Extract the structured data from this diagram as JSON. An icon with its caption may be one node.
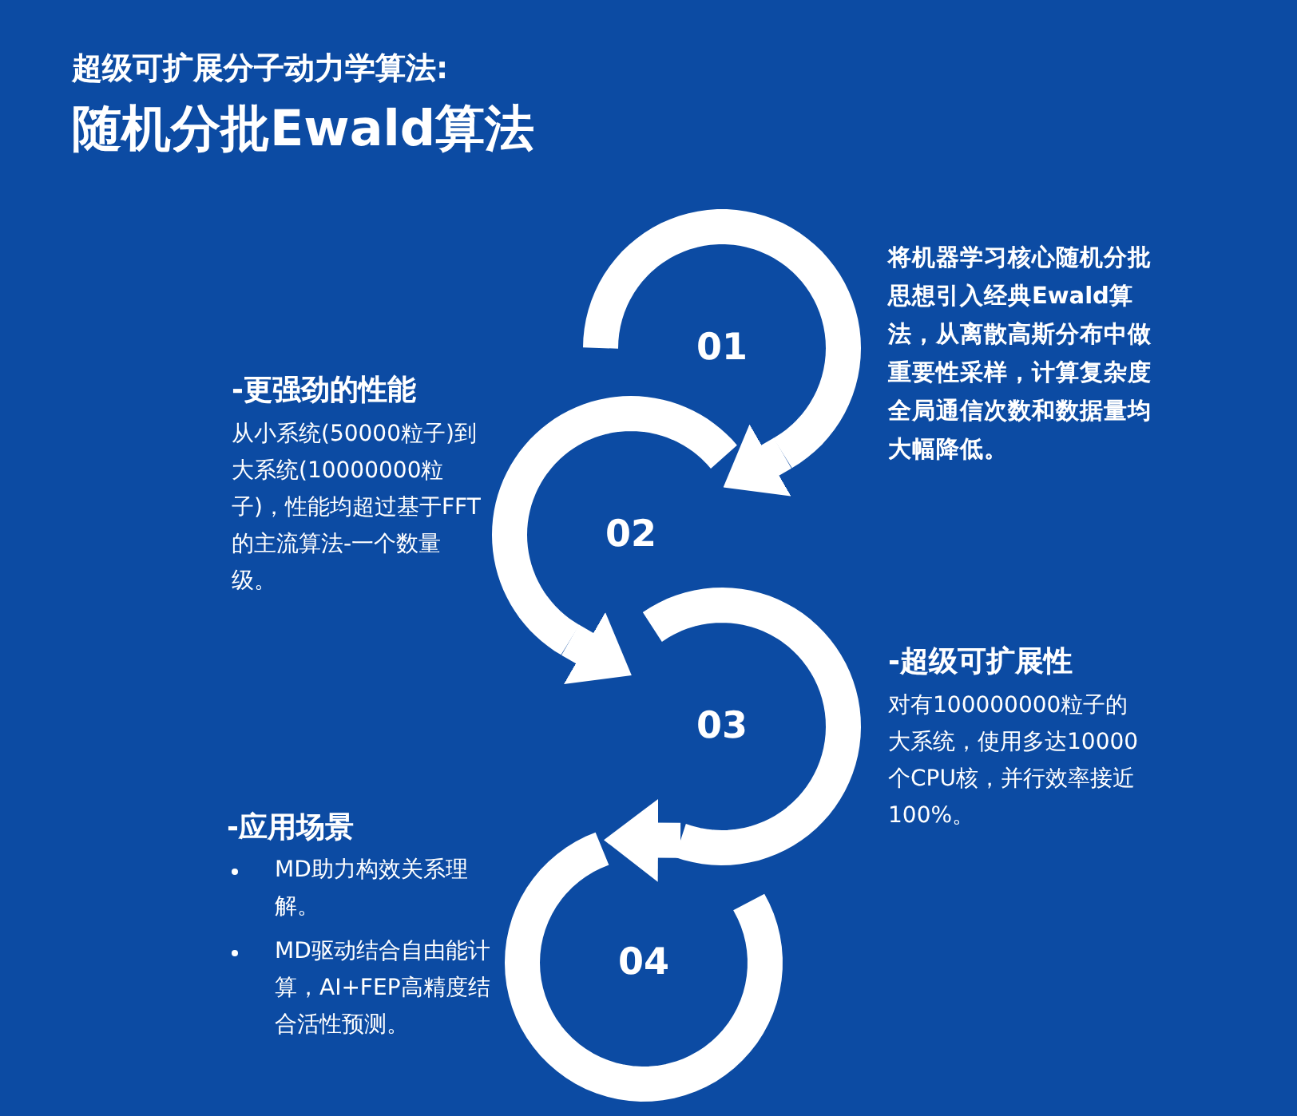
{
  "diagram": {
    "title": "随机分批Ewald算法",
    "nodes": [
      {
        "text": [
          "01"
        ],
        "beside": [
          "将机器学习核心随机分批思想引入经典Ewald算法，从离散高斯分布中做重要性采样，计算复杂度全局通信次数和数据量均大幅降低。"
        ]
      },
      {
        "text": [
          "02"
        ],
        "beside": [
          "-更强劲的性能",
          "从小系统(50000粒子)到大系统(10000000粒子)，性能均超过基于FFT的主流算法-一个数量级。"
        ]
      },
      {
        "text": [
          "03"
        ],
        "beside": [
          "-超级可扩展性",
          "对有100000000粒子的大系统，使用多达10000个CPU核，并行效率接近100%。"
        ]
      },
      {
        "text": [
          "04"
        ],
        "beside": [
          "-应用场景",
          "MD助力构效关系理解。",
          "MD驱动结合自由能计算，AI+FEP高精度结合活性预测。"
        ]
      }
    ],
    "edges": [
      {
        "from": 0,
        "to": 1,
        "arrow": "to"
      },
      {
        "from": 1,
        "to": 2,
        "arrow": "to"
      },
      {
        "from": 2,
        "to": 3,
        "arrow": "to"
      }
    ],
    "labels": [
      "超级可扩展分子动力学算法:"
    ]
  }
}
